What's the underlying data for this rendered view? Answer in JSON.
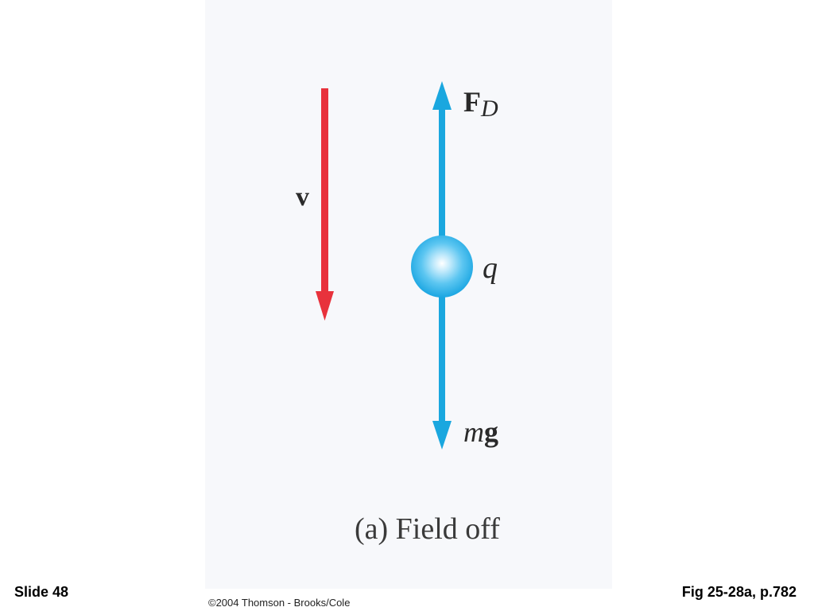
{
  "colors": {
    "velocity_arrow": "#e8323c",
    "force_arrows": "#1aa7df",
    "charge_sphere": "#2fb3ea",
    "panel_background": "#f7f8fb"
  },
  "labels": {
    "velocity": "v",
    "drag_force_main": "F",
    "drag_force_sub": "D",
    "charge": "q",
    "weight_m": "m",
    "weight_g": "g"
  },
  "caption": "(a) Field off",
  "footer": {
    "slide_number": "Slide 48",
    "figure_reference": "Fig 25-28a, p.782",
    "copyright": "©2004 Thomson - Brooks/Cole"
  }
}
